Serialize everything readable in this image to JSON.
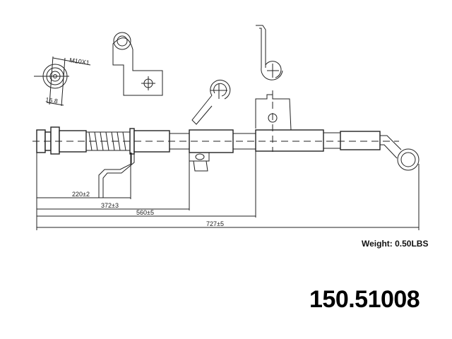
{
  "drawing": {
    "thread_label": "M10X1",
    "fitting_size": "16.8",
    "dimensions": [
      "220±2",
      "372±3",
      "560±5",
      "727±5"
    ]
  },
  "weight": "Weight: 0.50LBS",
  "part_number": "150.51008"
}
